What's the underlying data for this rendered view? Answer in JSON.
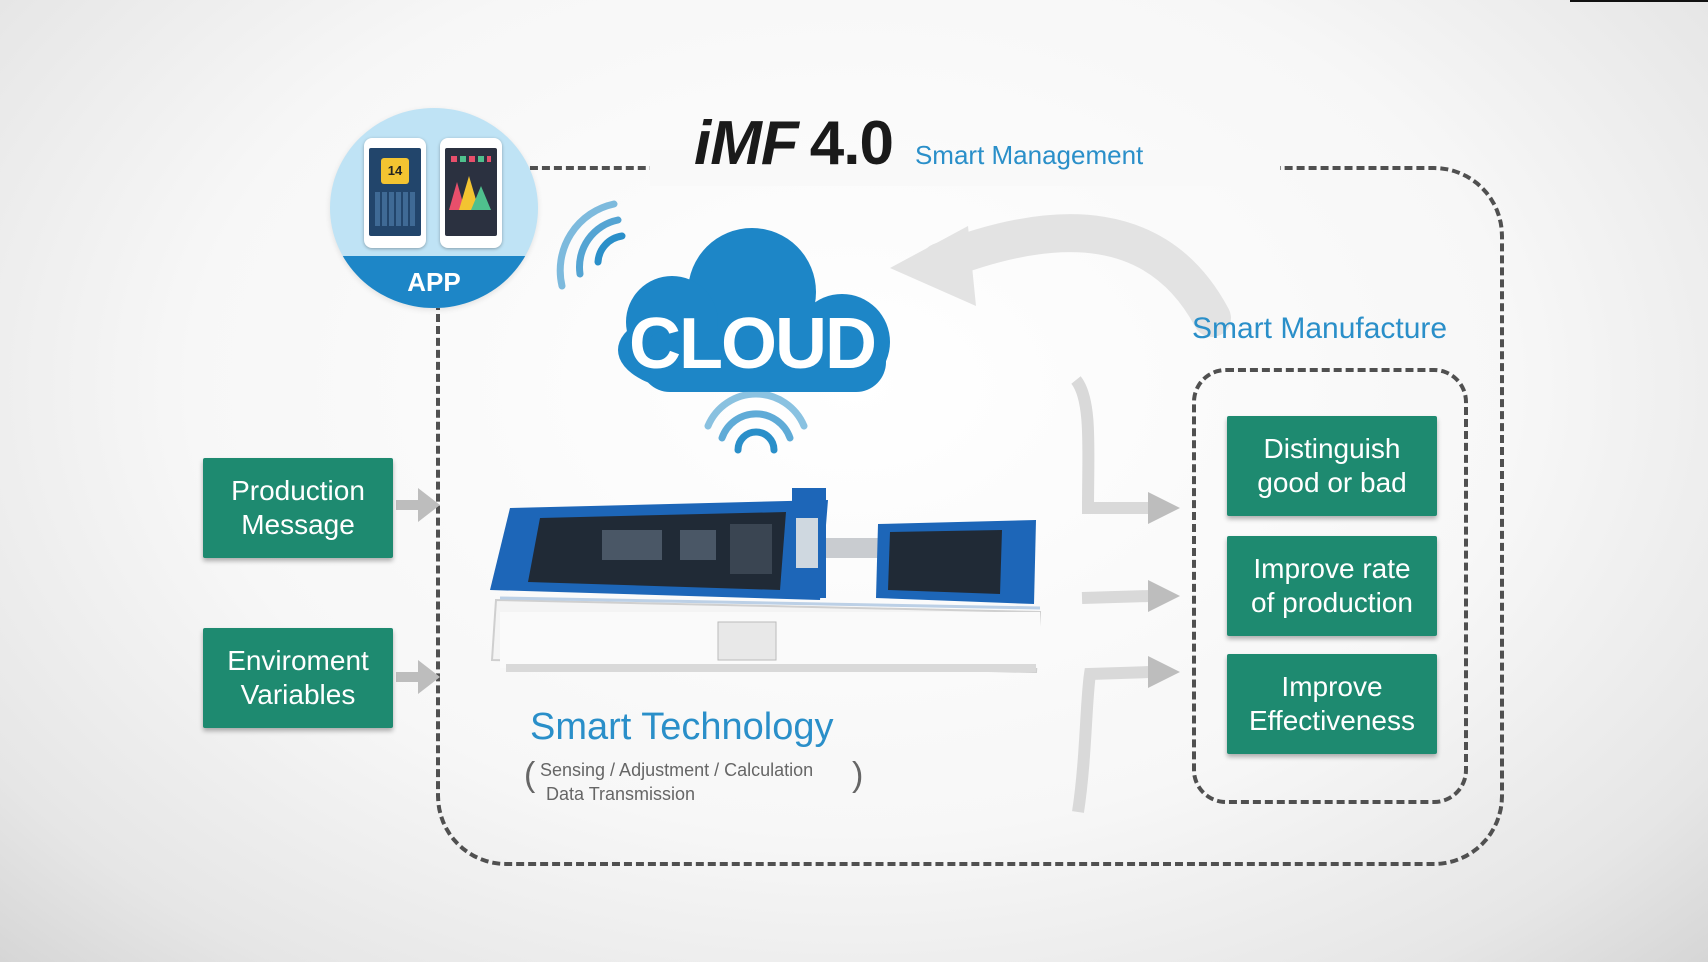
{
  "header": {
    "brand": "iMF",
    "version": "4.0",
    "subtitle": "Smart Management"
  },
  "app": {
    "label": "APP",
    "calendar_day": "14"
  },
  "cloud": {
    "label": "CLOUD"
  },
  "inputs": [
    {
      "label": "Production Message"
    },
    {
      "label": "Enviroment Variables"
    }
  ],
  "smart_manufacture": {
    "title": "Smart Manufacture",
    "items": [
      {
        "label": "Distinguish good or bad"
      },
      {
        "label": "Improve rate of production"
      },
      {
        "label": "Improve Effectiveness"
      }
    ]
  },
  "smart_technology": {
    "title": "Smart Technology",
    "line1": "Sensing / Adjustment / Calculation",
    "line2": "Data Transmission"
  },
  "colors": {
    "accent_blue": "#2a8fc9",
    "cloud_blue": "#1d86c7",
    "box_green": "#1e8a70",
    "dash": "#505050"
  }
}
